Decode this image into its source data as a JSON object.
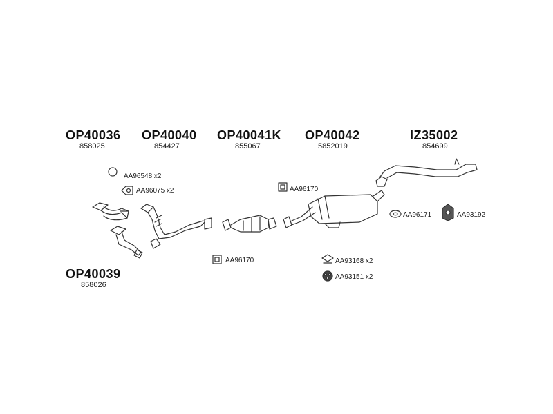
{
  "parts": [
    {
      "code": "OP40036",
      "oe": "858025"
    },
    {
      "code": "OP40040",
      "oe": "854427"
    },
    {
      "code": "OP40041K",
      "oe": "855067"
    },
    {
      "code": "OP40042",
      "oe": "5852019"
    },
    {
      "code": "IZ35002",
      "oe": "854699"
    },
    {
      "code": "OP40039",
      "oe": "858026"
    }
  ],
  "accessories": [
    {
      "label": "AA96548 x2",
      "icon": "o-ring-icon"
    },
    {
      "label": "AA96075 x2",
      "icon": "flange-gasket-icon"
    },
    {
      "label": "AA96170",
      "icon": "square-gasket-icon"
    },
    {
      "label": "AA96170",
      "icon": "square-gasket-icon"
    },
    {
      "label": "AA96171",
      "icon": "oval-gasket-icon"
    },
    {
      "label": "AA93192",
      "icon": "rubber-mount-icon"
    },
    {
      "label": "AA93168 x2",
      "icon": "clamp-icon"
    },
    {
      "label": "AA93151 x2",
      "icon": "rubber-hanger-icon"
    }
  ]
}
